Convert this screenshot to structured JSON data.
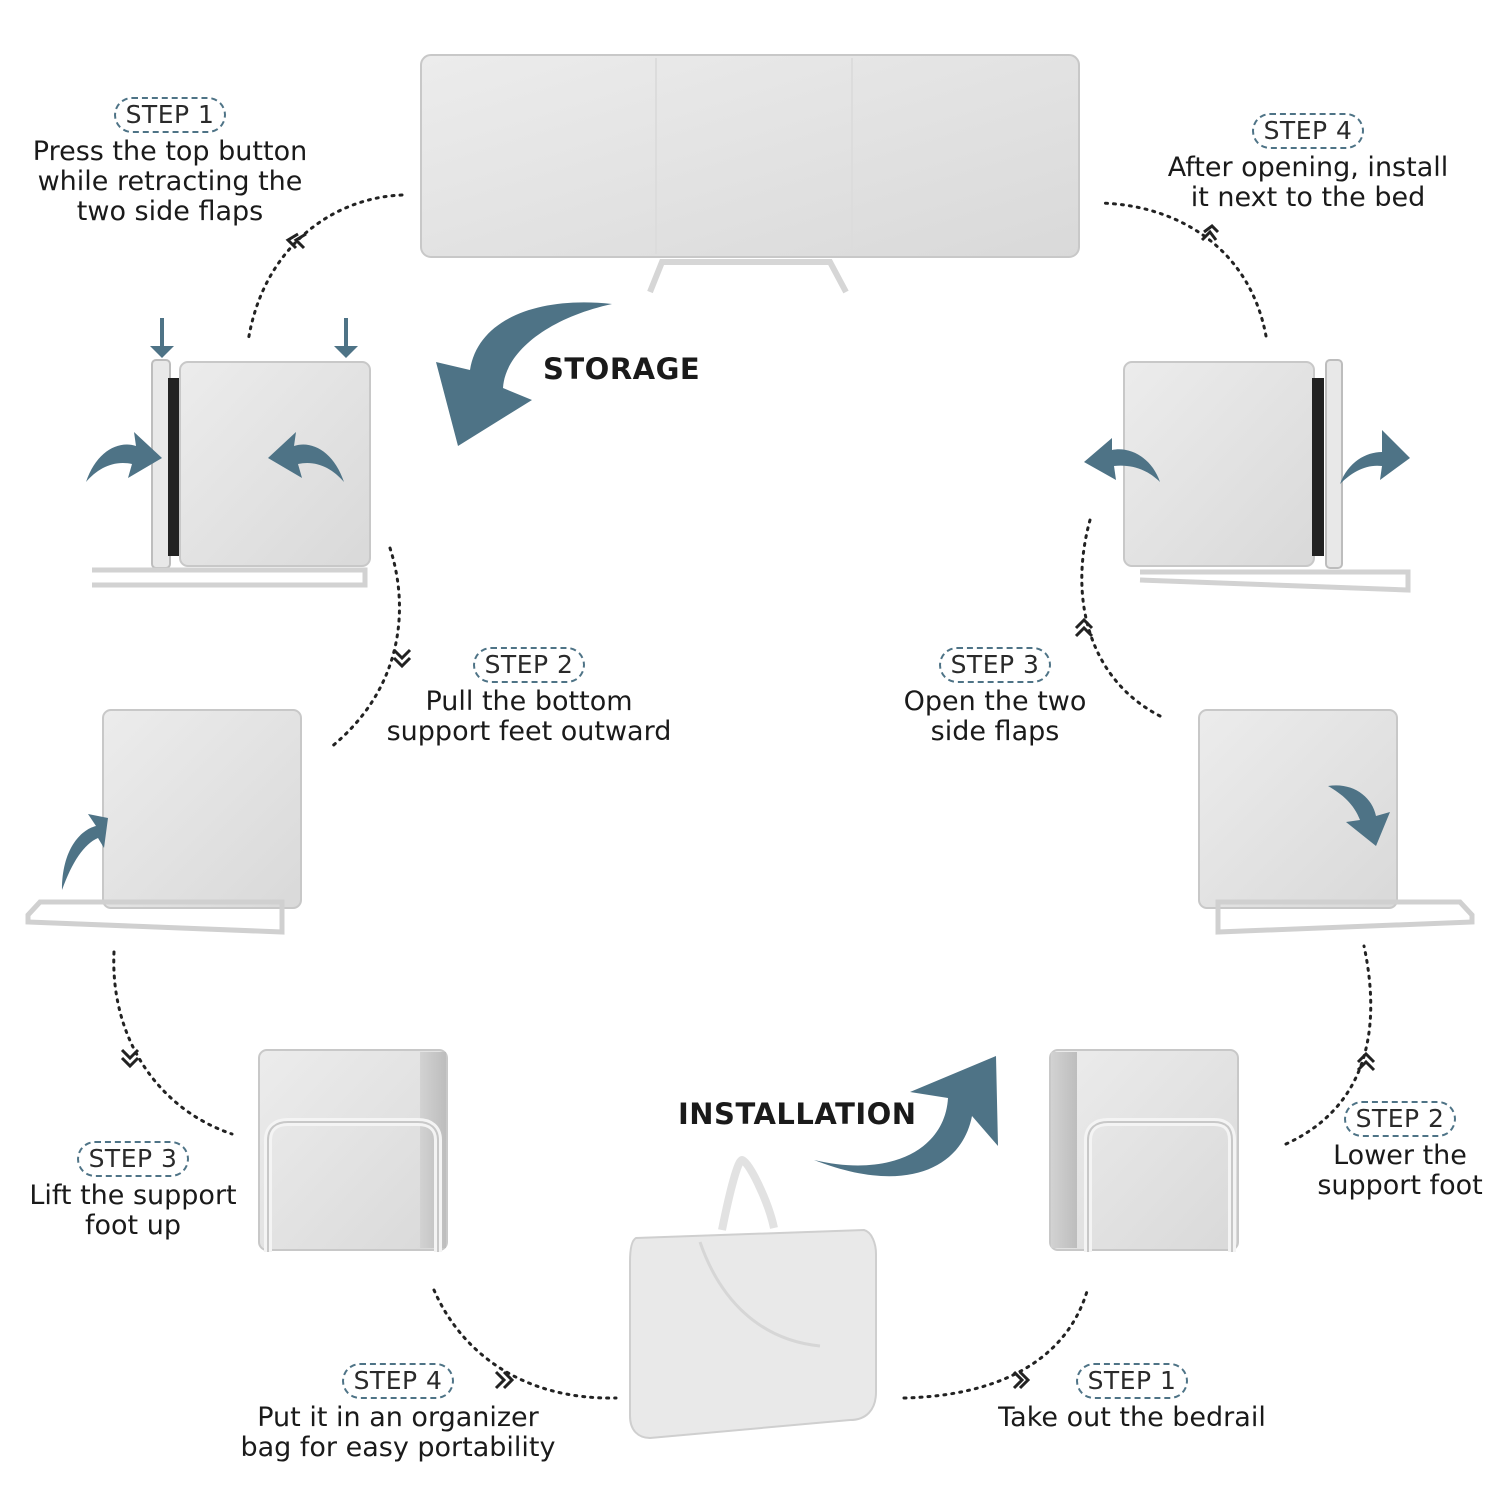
{
  "labels": {
    "storage": "STORAGE",
    "installation": "INSTALLATION"
  },
  "storage_steps": [
    {
      "badge": "STEP 1",
      "line1": "Press the top button",
      "line2": "while retracting the",
      "line3": "two side flaps"
    },
    {
      "badge": "STEP 2",
      "line1": "Pull the bottom",
      "line2": "support feet outward"
    },
    {
      "badge": "STEP 3",
      "line1": "Lift the support",
      "line2": "foot up"
    },
    {
      "badge": "STEP 4",
      "line1": "Put it in an organizer",
      "line2": "bag for easy portability"
    }
  ],
  "installation_steps": [
    {
      "badge": "STEP 1",
      "line1": "Take out the bedrail"
    },
    {
      "badge": "STEP 2",
      "line1": "Lower the",
      "line2": "support foot"
    },
    {
      "badge": "STEP 3",
      "line1": "Open the two",
      "line2": "side flaps"
    },
    {
      "badge": "STEP 4",
      "line1": "After opening, install",
      "line2": "it next to the bed"
    }
  ],
  "colors": {
    "accent": "#4e7386",
    "panel": "#e6e6e6",
    "panel_edge": "#cfcfcf",
    "text": "#1a1a1a"
  }
}
